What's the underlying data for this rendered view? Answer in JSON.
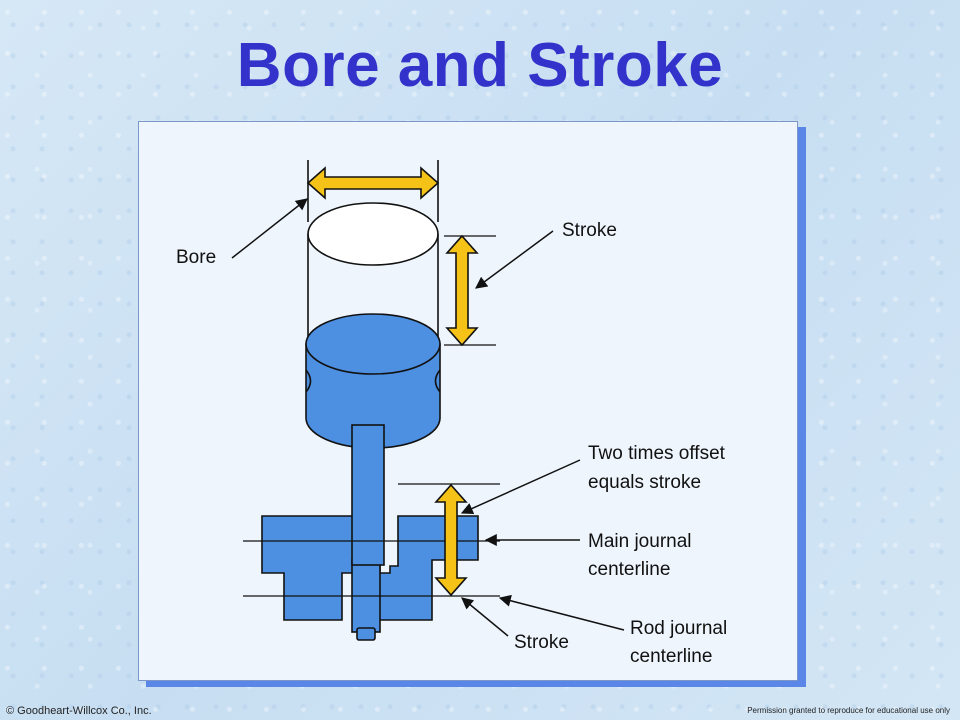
{
  "title": "Bore and Stroke",
  "labels": {
    "bore": "Bore",
    "stroke_top": "Stroke",
    "offset_line1": "Two times offset",
    "offset_line2": "equals stroke",
    "main_journal_line1": "Main journal",
    "main_journal_line2": "centerline",
    "rod_journal_line1": "Rod journal",
    "rod_journal_line2": "centerline",
    "stroke_bottom": "Stroke"
  },
  "footer": {
    "copyright": "© Goodheart-Willcox Co., Inc.",
    "permission": "Permission granted to reproduce for educational use only"
  },
  "colors": {
    "title": "#3333cc",
    "piston": "#4d8fe0",
    "arrow_fill": "#f5c218",
    "panel": "#eef5fd",
    "panel_shadow": "#5a86e8"
  }
}
